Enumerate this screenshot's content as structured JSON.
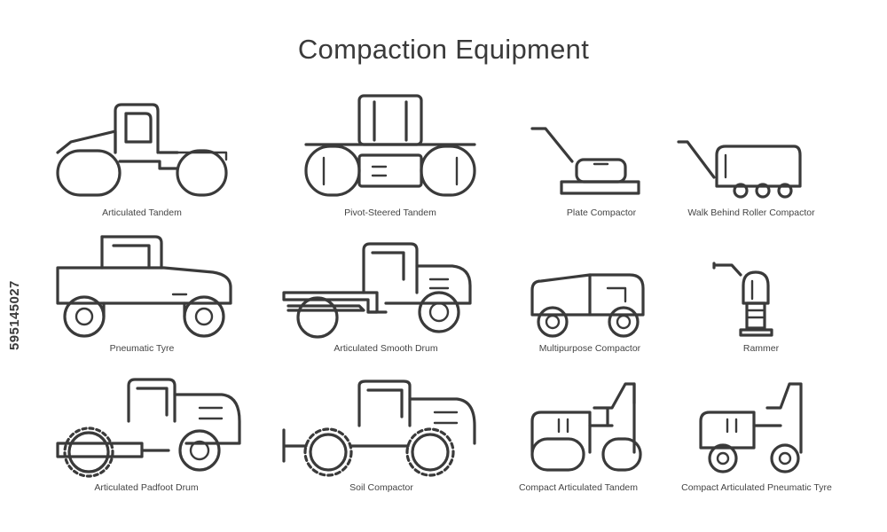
{
  "title": "Compaction Equipment",
  "stock_id": "595145027",
  "items": [
    {
      "label": "Articulated Tandem"
    },
    {
      "label": "Pivot-Steered Tandem"
    },
    {
      "label": "Plate Compactor"
    },
    {
      "label": "Walk Behind Roller Compactor"
    },
    {
      "label": "Pneumatic Tyre"
    },
    {
      "label": "Articulated Smooth Drum"
    },
    {
      "label": "Multipurpose Compactor"
    },
    {
      "label": "Rammer"
    },
    {
      "label": "Articulated Padfoot Drum"
    },
    {
      "label": "Soil Compactor"
    },
    {
      "label": "Compact Articulated Tandem"
    },
    {
      "label": "Compact Articulated Pneumatic Tyre"
    }
  ],
  "colors": {
    "stroke": "#3a3a3a",
    "background": "#ffffff"
  }
}
